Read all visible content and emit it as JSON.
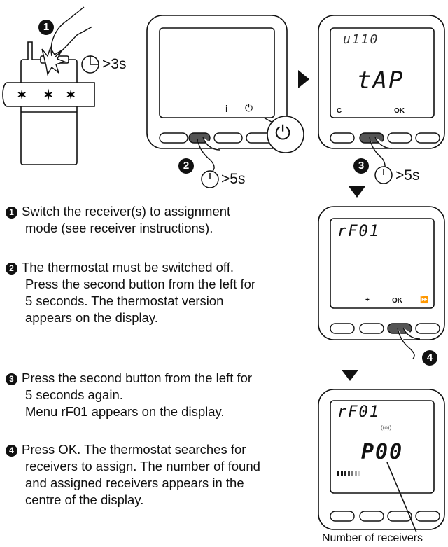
{
  "receiver": {
    "timer": ">3s",
    "badge": "1"
  },
  "thermo1": {
    "label_i": "i",
    "label_power": "⏻",
    "badge": "2",
    "timer": ">5s"
  },
  "thermo2": {
    "top_display": "u110",
    "main_display": "tAP",
    "btn_c": "C",
    "btn_ok": "OK",
    "badge": "3",
    "timer": ">5s"
  },
  "thermo3": {
    "top_display": "rF01",
    "btn_minus": "–",
    "btn_plus": "+",
    "btn_ok": "OK",
    "btn_next": "⏩",
    "badge": "4"
  },
  "thermo4": {
    "top_display": "rF01",
    "main_display": "P00",
    "signal": "((o))",
    "caption": "Number of receivers"
  },
  "steps": [
    {
      "num": "1",
      "lines": [
        "Switch the receiver(s) to assignment",
        "mode (see receiver instructions)."
      ]
    },
    {
      "num": "2",
      "lines": [
        "The thermostat must be switched off.",
        "Press the second button from the left for",
        "5 seconds. The thermostat version",
        "appears on the display."
      ]
    },
    {
      "num": "3",
      "lines": [
        "Press the second button from the left for",
        "5 seconds again.",
        "Menu rF01 appears on the display."
      ]
    },
    {
      "num": "4",
      "lines": [
        "Press OK.  The thermostat searches for",
        "receivers to assign. The number of found",
        "and assigned receivers appears in the",
        "centre of the display."
      ]
    }
  ]
}
